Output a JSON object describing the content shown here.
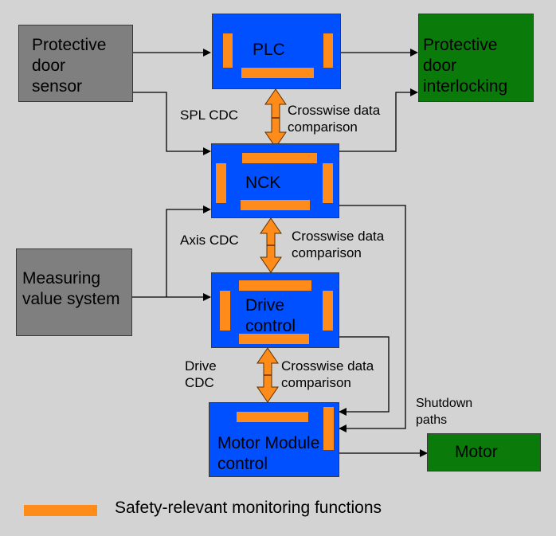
{
  "boxes": {
    "door_sensor": "Protective\ndoor\nsensor",
    "plc": "PLC",
    "door_interlocking": "Protective\ndoor\ninterlocking",
    "nck": "NCK",
    "measuring": "Measuring\nvalue system",
    "drive_control": "Drive\ncontrol",
    "motor_module": "Motor Module\ncontrol",
    "motor": "Motor"
  },
  "labels": {
    "spl_cdc": "SPL CDC",
    "axis_cdc": "Axis CDC",
    "drive_cdc": "Drive\nCDC",
    "crosswise_1": "Crosswise data\ncomparison",
    "crosswise_2": "Crosswise data\ncomparison",
    "crosswise_3": "Crosswise data\ncomparison",
    "shutdown_paths": "Shutdown\npaths"
  },
  "legend": {
    "text": "Safety-relevant monitoring functions"
  },
  "colors": {
    "background": "#d3d3d3",
    "sensor_gray": "#7f7f7f",
    "actuator_green": "#0a7a0a",
    "controller_blue": "#0050ff",
    "safety_orange": "#ff8c1a"
  }
}
